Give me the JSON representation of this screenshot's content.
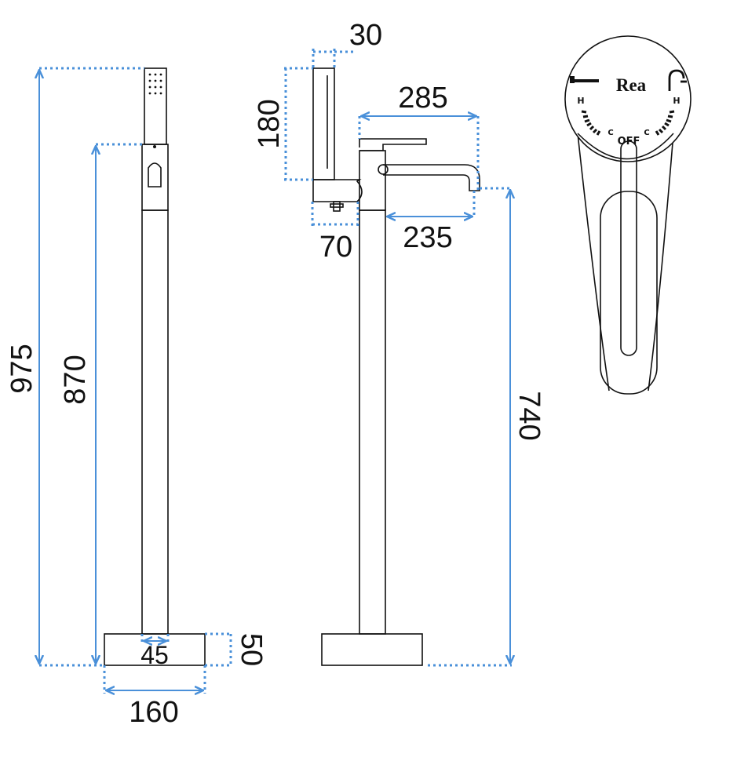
{
  "dimension_labels": {
    "total_height": "975",
    "mixer_height": "870",
    "base_height": "50",
    "pipe_width": "45",
    "base_width": "160",
    "handshower_width": "30",
    "handshower_height": "180",
    "spout_reach": "285",
    "spout_projection": "235",
    "holder_depth": "70",
    "spout_height": "740"
  },
  "handle": {
    "brand": "Rea",
    "off_label": "OFF",
    "hot_label": "H",
    "cold_label": "C",
    "left_icon": "bath-spout-icon",
    "right_icon": "shower-icon"
  },
  "colors": {
    "dimension": "#4a90d9",
    "outline": "#111111"
  }
}
